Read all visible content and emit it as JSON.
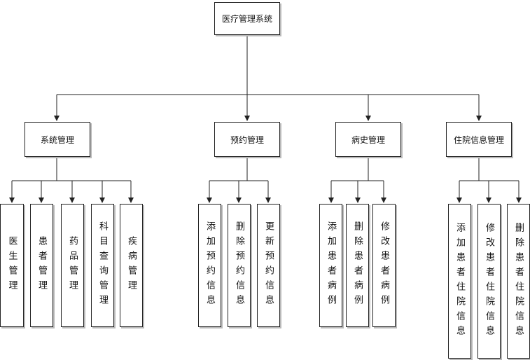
{
  "root": {
    "label": "医疗管理系统"
  },
  "categories": [
    {
      "label": "系统管理",
      "children": [
        "医生管理",
        "患者管理",
        "药品管理",
        "科目查询管理",
        "疾病管理"
      ]
    },
    {
      "label": "预约管理",
      "children": [
        "添加预约信息",
        "删除预约信息",
        "更新预约信息"
      ]
    },
    {
      "label": "病史管理",
      "children": [
        "添加患者病例",
        "删除患者病例",
        "修改患者病例"
      ]
    },
    {
      "label": "住院信息管理",
      "children": [
        "添加患者住院信息",
        "修改患者住院信息",
        "删除患者住院信息"
      ]
    }
  ]
}
